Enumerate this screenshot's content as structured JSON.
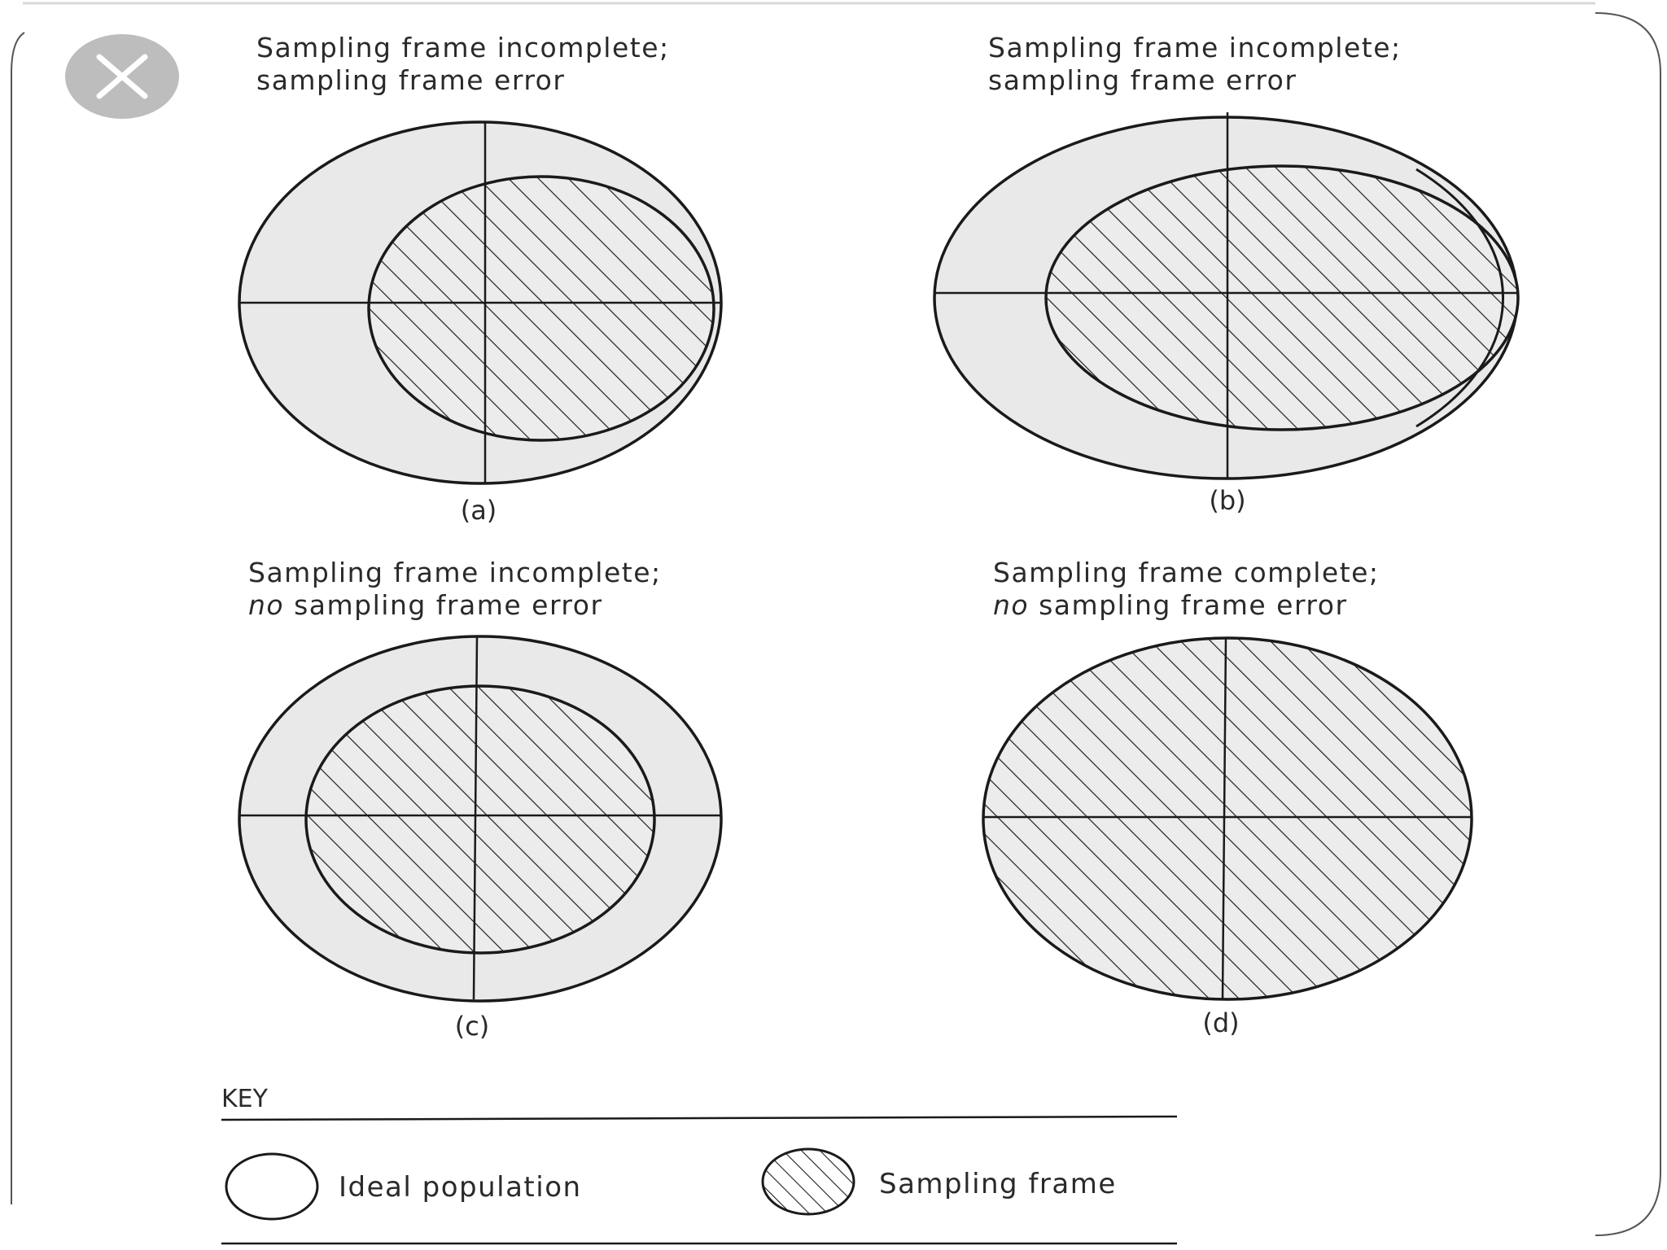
{
  "close_icon": "close-icon",
  "colors": {
    "outline": "#1a1a1a",
    "population_fill": "#e9e9e9",
    "hatch": "#1f1f1f",
    "close_button_bg": "#bdbdbd",
    "close_button_fg": "#ffffff"
  },
  "panels": [
    {
      "id": "a",
      "title_line1": "Sampling frame incomplete;",
      "title_line2_em": "",
      "title_line2": "sampling frame error",
      "label": "(a)"
    },
    {
      "id": "b",
      "title_line1": "Sampling frame incomplete;",
      "title_line2_em": "",
      "title_line2": "sampling frame error",
      "label": "(b)"
    },
    {
      "id": "c",
      "title_line1": "Sampling frame incomplete;",
      "title_line2_em": "no",
      "title_line2": " sampling frame error",
      "label": "(c)"
    },
    {
      "id": "d",
      "title_line1": "Sampling frame complete;",
      "title_line2_em": "no",
      "title_line2": " sampling frame error",
      "label": "(d)"
    }
  ],
  "key": {
    "title": "KEY",
    "ideal_population": "Ideal population",
    "sampling_frame": "Sampling frame"
  }
}
